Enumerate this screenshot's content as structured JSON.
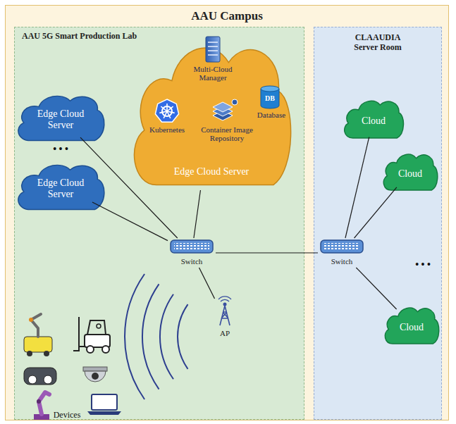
{
  "diagram": {
    "nodes": [
      {
        "text": [
          "AAU Campus"
        ]
      },
      {
        "text": [
          "AAU 5G Smart Production Lab"
        ],
        "in": 0
      },
      {
        "text": [
          "Edge Cloud Server"
        ],
        "in": 1
      },
      {
        "text": [
          "Edge Cloud Server"
        ],
        "in": 1
      },
      {
        "text": [
          "Edge Cloud Server"
        ],
        "in": 1
      },
      {
        "text": [
          "Switch"
        ],
        "in": 1
      },
      {
        "text": [
          "AP"
        ],
        "in": 1
      },
      {
        "text": [
          "CLAAUDIA Server Room"
        ],
        "in": 0
      },
      {
        "text": [
          "Switch"
        ],
        "in": 7
      },
      {
        "text": [
          "Cloud"
        ],
        "in": 7
      },
      {
        "text": [
          "Cloud"
        ],
        "in": 7
      },
      {
        "text": [
          "Cloud"
        ],
        "in": 7
      }
    ],
    "edges": [
      {
        "from": 2,
        "to": 5,
        "arrow": "none"
      },
      {
        "from": 3,
        "to": 5,
        "arrow": "none"
      },
      {
        "from": 4,
        "to": 5,
        "arrow": "none"
      },
      {
        "from": 5,
        "to": 6,
        "arrow": "none"
      },
      {
        "from": 5,
        "to": 8,
        "arrow": "none"
      },
      {
        "from": 8,
        "to": 9,
        "arrow": "none"
      },
      {
        "from": 8,
        "to": 10,
        "arrow": "none"
      },
      {
        "from": 8,
        "to": 11,
        "arrow": "none"
      }
    ],
    "labels": [
      "Multi-Cloud Manager",
      "Kubernetes",
      "Container Image Repository",
      "Database",
      "DB",
      "• • •",
      "• • •",
      "Devices"
    ]
  }
}
